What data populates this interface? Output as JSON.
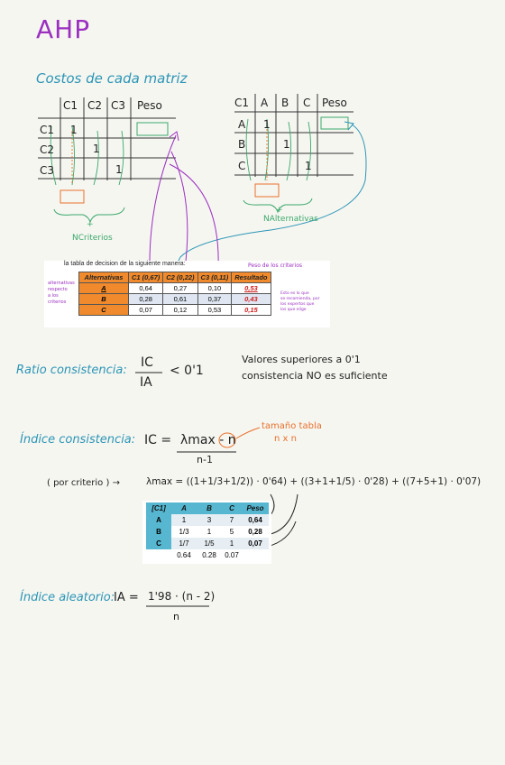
{
  "title": "AHP",
  "costs_heading": "Costos de cada matriz",
  "matrix_left": {
    "headers": [
      "C1",
      "C2",
      "C3",
      "Peso"
    ],
    "rows": [
      "C1",
      "C2",
      "C3"
    ],
    "ones": [
      "1",
      "1",
      "1"
    ],
    "label": "NCriterios"
  },
  "matrix_right": {
    "headers": [
      "C1",
      "A",
      "B",
      "C",
      "Peso"
    ],
    "rows": [
      "A",
      "B",
      "C"
    ],
    "ones": [
      "1",
      "1",
      "1"
    ],
    "label": "NAlternativas"
  },
  "decision": {
    "caption": "la tabla de decision de la siguiente manera:",
    "headers": [
      "Alternativas",
      "C1 (0,67)",
      "C2 (0,22)",
      "C3 (0,11)",
      "Resultado"
    ],
    "rows": [
      {
        "alt": "A",
        "v": [
          "0,64",
          "0,27",
          "0,10"
        ],
        "res": "0,53"
      },
      {
        "alt": "B",
        "v": [
          "0,28",
          "0,61",
          "0,37"
        ],
        "res": "0,43"
      },
      {
        "alt": "C",
        "v": [
          "0,07",
          "0,12",
          "0,53"
        ],
        "res": "0,15"
      }
    ],
    "note_left": [
      "alternativas",
      "respecto",
      "a los",
      "criterios"
    ],
    "note_top": "Peso de los criterios",
    "note_right": [
      "Esto es lo que",
      "se recomienda, por",
      "los expertos que",
      "los que elige"
    ]
  },
  "ratio": {
    "label": "Ratio consistencia:",
    "num": "IC",
    "den": "IA",
    "rel": "< 0'1",
    "note": [
      "Valores superiores a 0'1",
      "consistencia NO es suficiente"
    ]
  },
  "indice": {
    "label": "Índice consistencia:",
    "lhs": "IC =",
    "num": "λmax - n",
    "den": "n-1",
    "note": [
      "tamaño tabla",
      "n x n"
    ]
  },
  "lambda": {
    "pre": "( por criterio ) →",
    "formula": "λmax = ((1+1/3+1/2)) · 0'64) + ((3+1+1/5) · 0'28) + ((7+5+1) · 0'07)"
  },
  "c1_table": {
    "headers": [
      "[C1]",
      "A",
      "B",
      "C",
      "Peso"
    ],
    "rows": [
      {
        "label": "A",
        "v": [
          "1",
          "3",
          "7"
        ],
        "peso": "0,64"
      },
      {
        "label": "B",
        "v": [
          "1/3",
          "1",
          "5"
        ],
        "peso": "0,28"
      },
      {
        "label": "C",
        "v": [
          "1/7",
          "1/5",
          "1"
        ],
        "peso": "0,07"
      }
    ],
    "footer": [
      "0.64",
      "0.28",
      "0.07"
    ]
  },
  "aleatorio": {
    "label": "Índice aleatorio:",
    "lhs": "IA =",
    "num": "1'98 · (n - 2)",
    "den": "n"
  }
}
